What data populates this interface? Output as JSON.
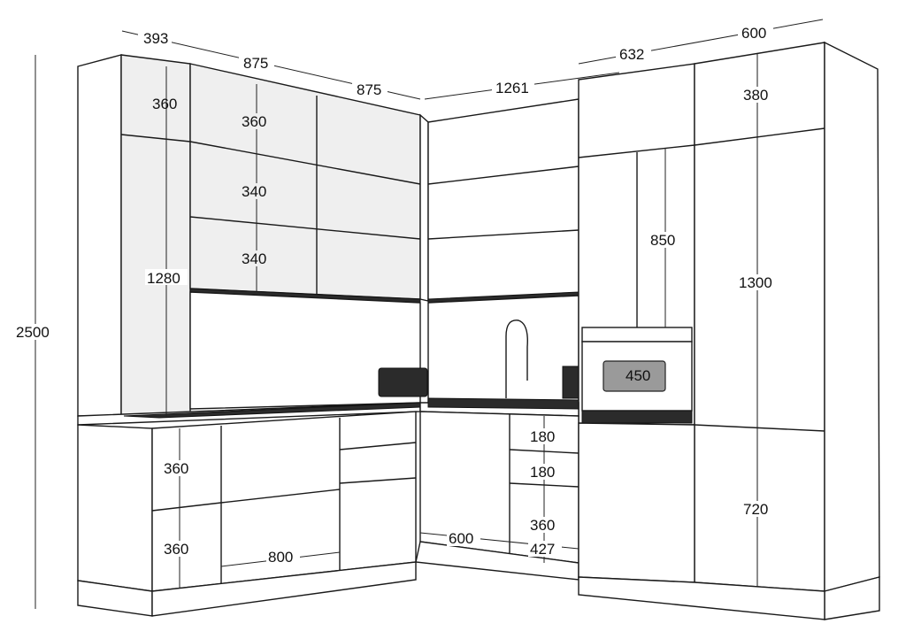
{
  "dimensions": {
    "top_left_depth": "393",
    "top_width_1": "875",
    "top_width_2": "875",
    "top_corner_width": "1261",
    "top_oven_width": "632",
    "top_tall_width": "600",
    "total_height": "2500",
    "left_upper_top": "360",
    "left_upper_tall": "1280",
    "upper_row_1": "360",
    "upper_row_2": "340",
    "upper_row_3": "340",
    "oven_upper": "850",
    "oven_size": "450",
    "tall_top": "380",
    "tall_mid": "1300",
    "tall_bottom": "720",
    "base_left_top": "360",
    "base_left_bottom": "360",
    "base_drawer_width": "800",
    "drawer_1": "180",
    "drawer_2": "180",
    "drawer_3": "360",
    "drawer_width": "427",
    "base_corner_width": "600"
  },
  "colors": {
    "panel": "#efefef",
    "line": "#1a1a1a",
    "countertop": "#2b2b2b"
  }
}
